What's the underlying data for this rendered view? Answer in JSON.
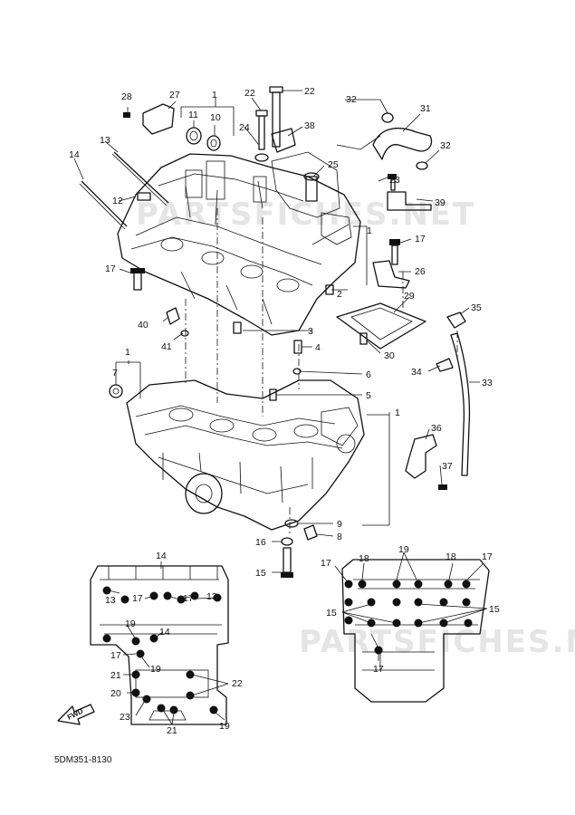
{
  "watermark": "PARTSFICHES.NET",
  "diagram_code": "5DM351-8130",
  "fwd_label": "FWD",
  "callouts": [
    {
      "id": "c1",
      "text": "1"
    },
    {
      "id": "c2",
      "text": "2"
    },
    {
      "id": "c3",
      "text": "3"
    },
    {
      "id": "c4",
      "text": "4"
    },
    {
      "id": "c5",
      "text": "5"
    },
    {
      "id": "c6",
      "text": "6"
    },
    {
      "id": "c7",
      "text": "7"
    },
    {
      "id": "c8",
      "text": "8"
    },
    {
      "id": "c9",
      "text": "9"
    },
    {
      "id": "c10",
      "text": "10"
    },
    {
      "id": "c11",
      "text": "11"
    },
    {
      "id": "c12",
      "text": "12"
    },
    {
      "id": "c13",
      "text": "13"
    },
    {
      "id": "c14",
      "text": "14"
    },
    {
      "id": "c15",
      "text": "15"
    },
    {
      "id": "c16",
      "text": "16"
    },
    {
      "id": "c17",
      "text": "17"
    },
    {
      "id": "c18",
      "text": "18"
    },
    {
      "id": "c19",
      "text": "19"
    },
    {
      "id": "c20",
      "text": "20"
    },
    {
      "id": "c21",
      "text": "21"
    },
    {
      "id": "c22",
      "text": "22"
    },
    {
      "id": "c23",
      "text": "23"
    },
    {
      "id": "c24",
      "text": "24"
    },
    {
      "id": "c25",
      "text": "25"
    },
    {
      "id": "c26",
      "text": "26"
    },
    {
      "id": "c27",
      "text": "27"
    },
    {
      "id": "c28",
      "text": "28"
    },
    {
      "id": "c29",
      "text": "29"
    },
    {
      "id": "c30",
      "text": "30"
    },
    {
      "id": "c31",
      "text": "31"
    },
    {
      "id": "c32",
      "text": "32"
    },
    {
      "id": "c33",
      "text": "33"
    },
    {
      "id": "c34",
      "text": "34"
    },
    {
      "id": "c35",
      "text": "35"
    },
    {
      "id": "c36",
      "text": "36"
    },
    {
      "id": "c37",
      "text": "37"
    },
    {
      "id": "c38",
      "text": "38"
    },
    {
      "id": "c39",
      "text": "39"
    },
    {
      "id": "c40",
      "text": "40"
    },
    {
      "id": "c41",
      "text": "41"
    }
  ]
}
